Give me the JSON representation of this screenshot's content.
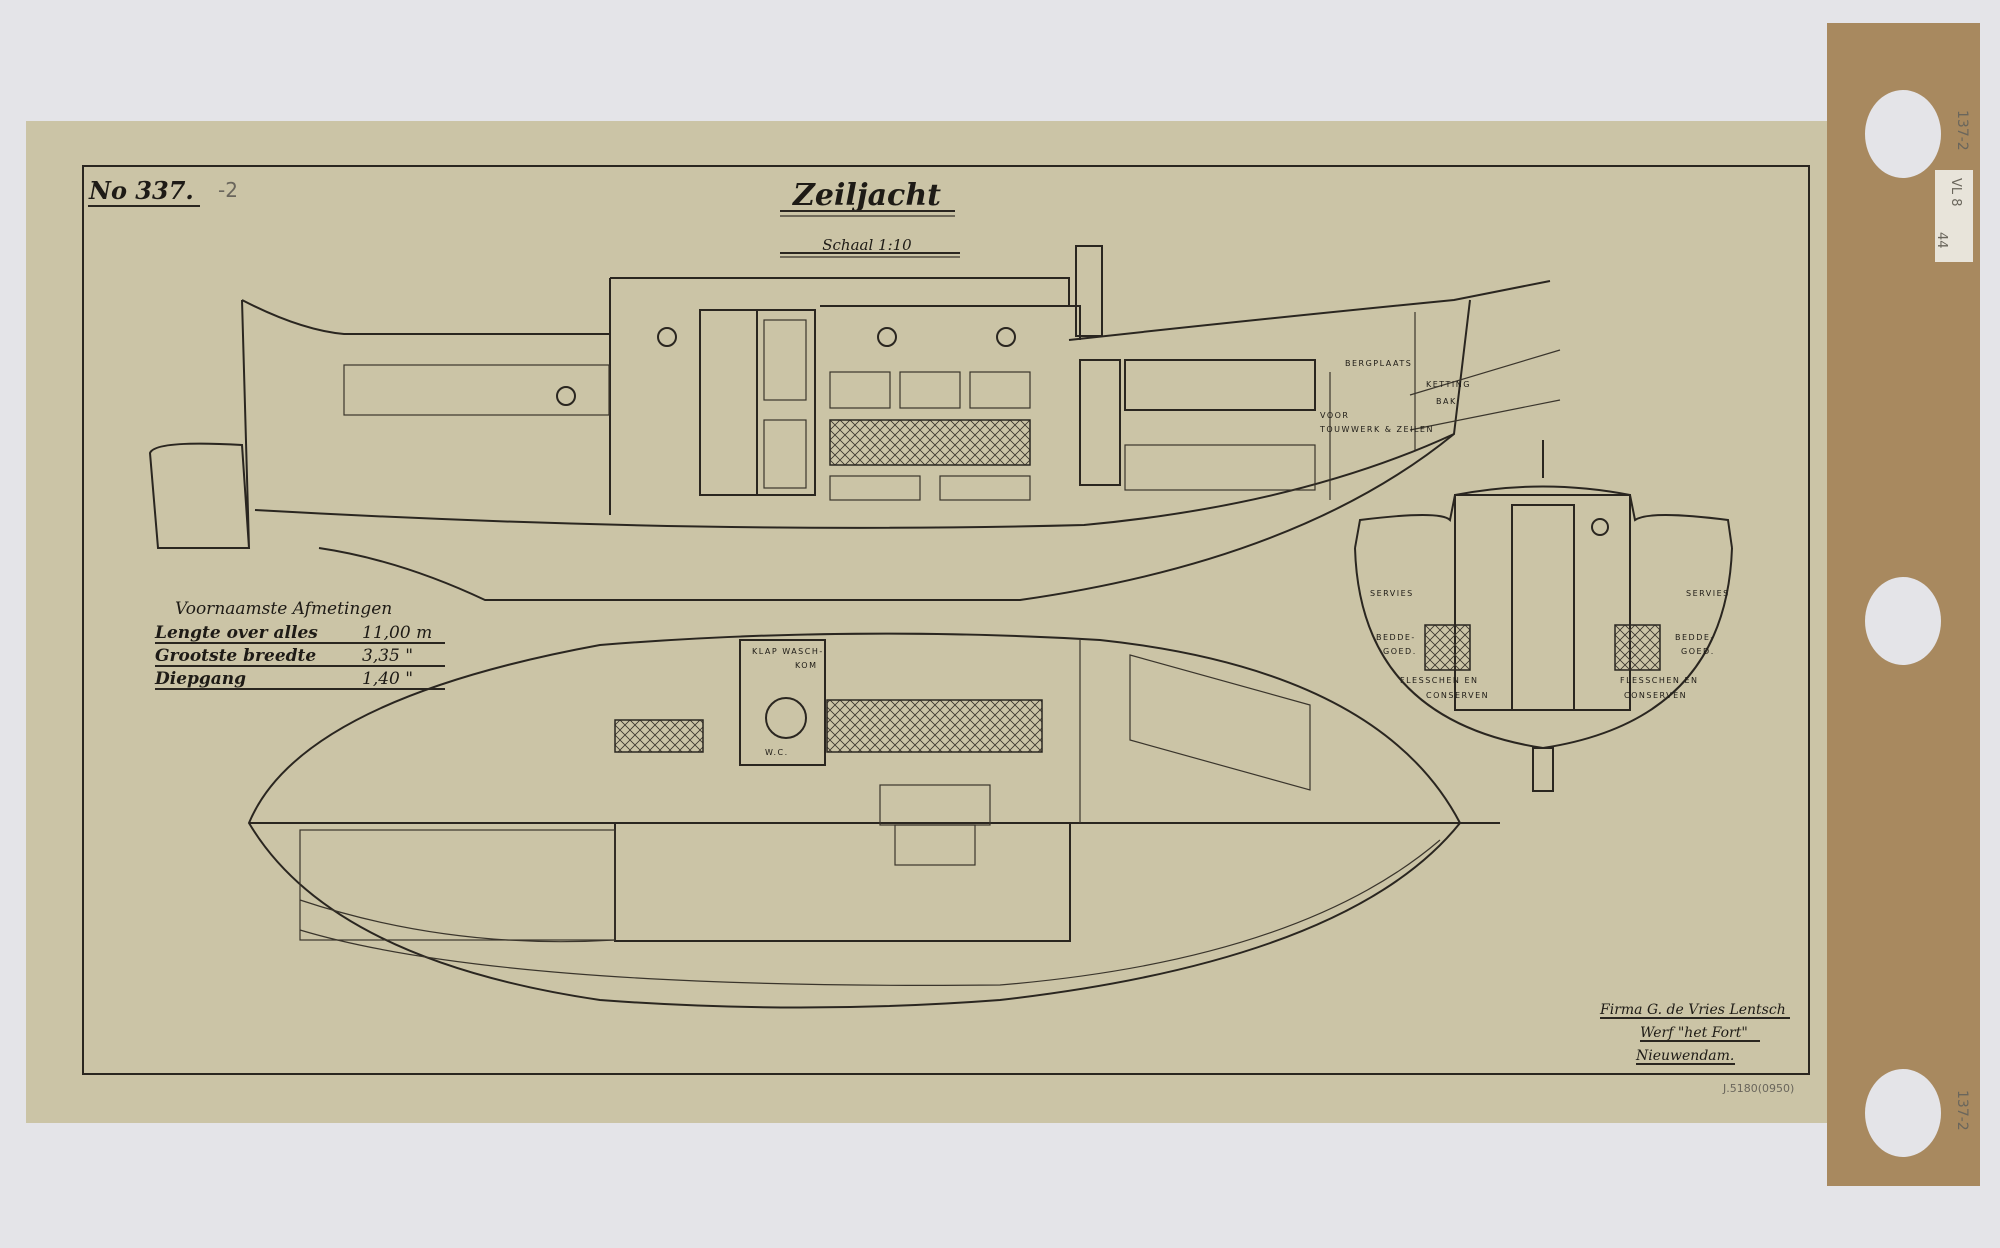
{
  "drawing": {
    "number": "No 337.",
    "pencil_suffix": "-2",
    "title": "Zeiljacht",
    "scale": "Schaal 1:10"
  },
  "dimensions": {
    "heading": "Voornaamste Afmetingen",
    "rows": [
      {
        "label": "Lengte over alles",
        "value": "11,00 m"
      },
      {
        "label": "Grootste breedte",
        "value": "3,35 \""
      },
      {
        "label": "Diepgang",
        "value": "1,40 \""
      }
    ]
  },
  "side_view_labels": {
    "bergplaats": "BERGPLAATS",
    "ketting": "KETTING",
    "bak": "BAK",
    "voor": "VOOR",
    "touwwerk": "TOUWWERK & ZEILEN"
  },
  "plan_view_labels": {
    "klap": "KLAP WASCH-",
    "kom": "KOM",
    "wc": "W.C."
  },
  "section_labels": {
    "servies_left": "SERVIES",
    "servies_right": "SERVIES",
    "bedde_left": "BEDDE-",
    "goed_left": "GOED.",
    "bedde_right": "BEDDE-",
    "goed_right": "GOED.",
    "flesschen_left": "FLESSCHEN EN",
    "conserven_left": "CONSERVEN",
    "flesschen_right": "FLESSCHEN EN",
    "conserven_right": "CONSERVEN"
  },
  "maker": {
    "line1": "Firma G. de Vries Lentsch",
    "line2": "Werf \"het Fort\"",
    "line3": "Nieuwendam."
  },
  "archive": {
    "stamp": "J.5180(0950)",
    "strip_top": "137-2",
    "label_line1": "VL 8",
    "label_line2": "44",
    "strip_bottom": "137-2"
  },
  "colors": {
    "paper": "#cbc4a6",
    "ink": "#2a2620",
    "strip": "#a8895f"
  }
}
